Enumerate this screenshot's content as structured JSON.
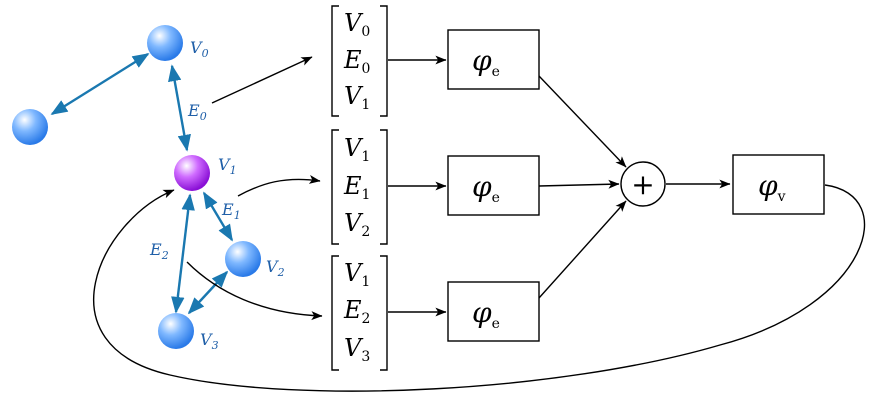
{
  "graph": {
    "nodes": [
      {
        "id": "Vtop",
        "label": "V",
        "sub": "0",
        "color": "blue"
      },
      {
        "id": "Vleft",
        "label": "",
        "sub": "",
        "color": "blue"
      },
      {
        "id": "V1",
        "label": "V",
        "sub": "1",
        "color": "purple"
      },
      {
        "id": "V2",
        "label": "V",
        "sub": "2",
        "color": "blue"
      },
      {
        "id": "V3",
        "label": "V",
        "sub": "3",
        "color": "blue"
      }
    ],
    "edges": [
      {
        "from": "Vleft",
        "to": "Vtop",
        "label": "",
        "sub": ""
      },
      {
        "from": "Vtop",
        "to": "V1",
        "label": "E",
        "sub": "0"
      },
      {
        "from": "V1",
        "to": "V2",
        "label": "E",
        "sub": "1"
      },
      {
        "from": "V1",
        "to": "V3",
        "label": "E",
        "sub": "2"
      },
      {
        "from": "V2",
        "to": "V3",
        "label": "",
        "sub": ""
      }
    ]
  },
  "vectors": [
    {
      "rows": [
        {
          "s": "V",
          "sub": "0"
        },
        {
          "s": "E",
          "sub": "0"
        },
        {
          "s": "V",
          "sub": "1"
        }
      ]
    },
    {
      "rows": [
        {
          "s": "V",
          "sub": "1"
        },
        {
          "s": "E",
          "sub": "1"
        },
        {
          "s": "V",
          "sub": "2"
        }
      ]
    },
    {
      "rows": [
        {
          "s": "V",
          "sub": "1"
        },
        {
          "s": "E",
          "sub": "2"
        },
        {
          "s": "V",
          "sub": "3"
        }
      ]
    }
  ],
  "edge_functions": [
    {
      "symbol": "φ",
      "sub": "e"
    },
    {
      "symbol": "φ",
      "sub": "e"
    },
    {
      "symbol": "φ",
      "sub": "e"
    }
  ],
  "aggregator": {
    "symbol": "+"
  },
  "node_function": {
    "symbol": "φ",
    "sub": "v"
  },
  "colors": {
    "edge_blue": "#1a78b0",
    "label_blue": "#1f5fa8",
    "node_blue": "#3f8ff0",
    "node_purple": "#a020e0",
    "line_black": "#000000"
  }
}
